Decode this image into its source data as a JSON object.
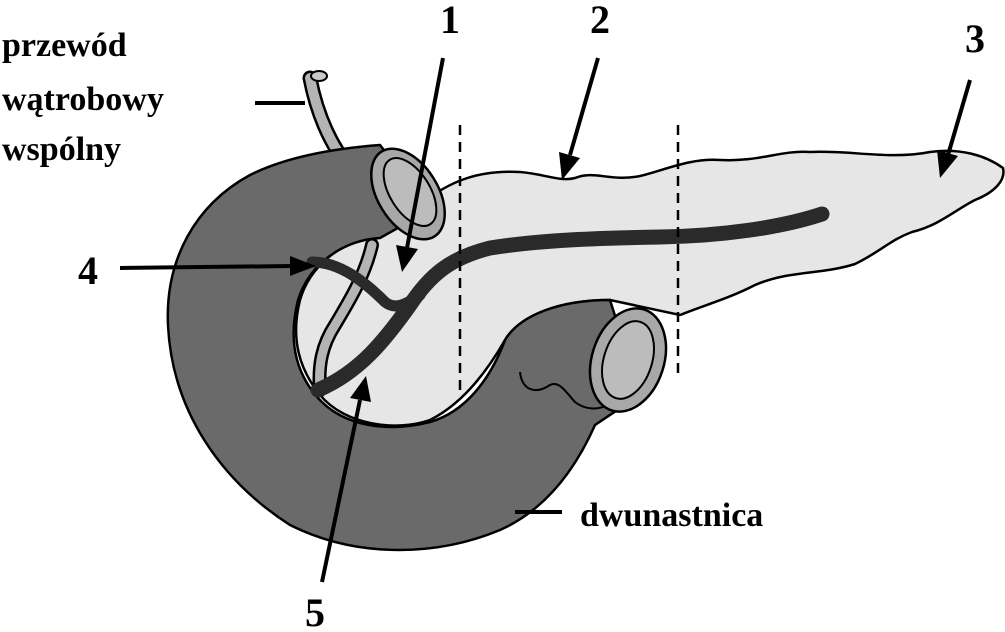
{
  "labels": {
    "hepatic_duct": [
      "przewód",
      "wątrobowy",
      "wspólny"
    ],
    "duodenum": "dwunastnica",
    "n1": "1",
    "n2": "2",
    "n3": "3",
    "n4": "4",
    "n5": "5"
  },
  "colors": {
    "pancreas": "#e6e6e6",
    "duodenum": "#6a6a6a",
    "duodenum_lumen": "#a8a8a8",
    "bile_duct": "#b4b4b4",
    "pancreatic_duct": "#2a2a2a",
    "outline": "#000000"
  }
}
